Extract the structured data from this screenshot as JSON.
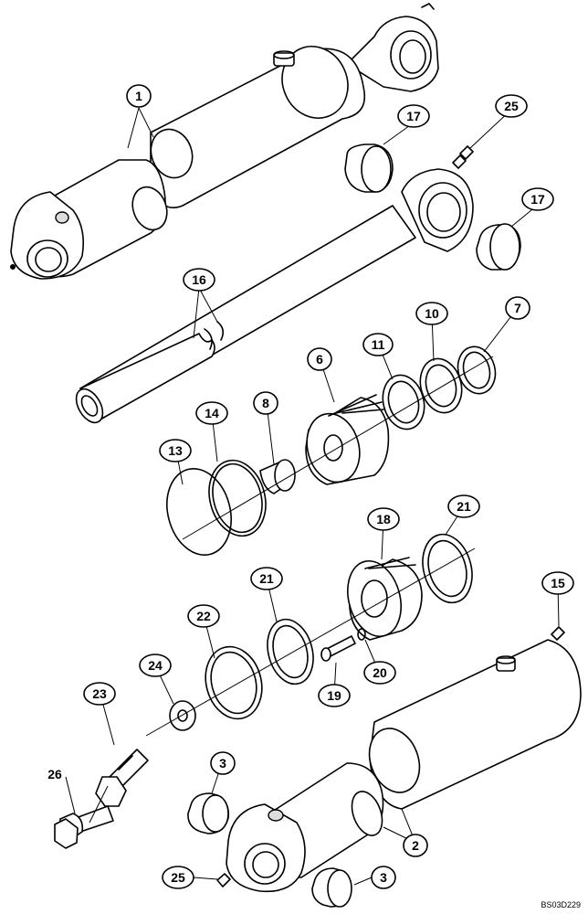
{
  "diagram": {
    "reference_code": "BS03D229",
    "callouts": [
      {
        "id": "c1a",
        "label": "1"
      },
      {
        "id": "c2a",
        "label": "2"
      },
      {
        "id": "c3a",
        "label": "3"
      },
      {
        "id": "c3b",
        "label": "3"
      },
      {
        "id": "c6",
        "label": "6"
      },
      {
        "id": "c7",
        "label": "7"
      },
      {
        "id": "c8",
        "label": "8"
      },
      {
        "id": "c10",
        "label": "10"
      },
      {
        "id": "c11",
        "label": "11"
      },
      {
        "id": "c13",
        "label": "13"
      },
      {
        "id": "c14",
        "label": "14"
      },
      {
        "id": "c15",
        "label": "15"
      },
      {
        "id": "c16",
        "label": "16"
      },
      {
        "id": "c17a",
        "label": "17"
      },
      {
        "id": "c17b",
        "label": "17"
      },
      {
        "id": "c18",
        "label": "18"
      },
      {
        "id": "c19",
        "label": "19"
      },
      {
        "id": "c20",
        "label": "20"
      },
      {
        "id": "c21a",
        "label": "21"
      },
      {
        "id": "c21b",
        "label": "21"
      },
      {
        "id": "c22",
        "label": "22"
      },
      {
        "id": "c23",
        "label": "23"
      },
      {
        "id": "c24",
        "label": "24"
      },
      {
        "id": "c25a",
        "label": "25"
      },
      {
        "id": "c25b",
        "label": "25"
      },
      {
        "id": "c26",
        "label": "26"
      }
    ]
  }
}
